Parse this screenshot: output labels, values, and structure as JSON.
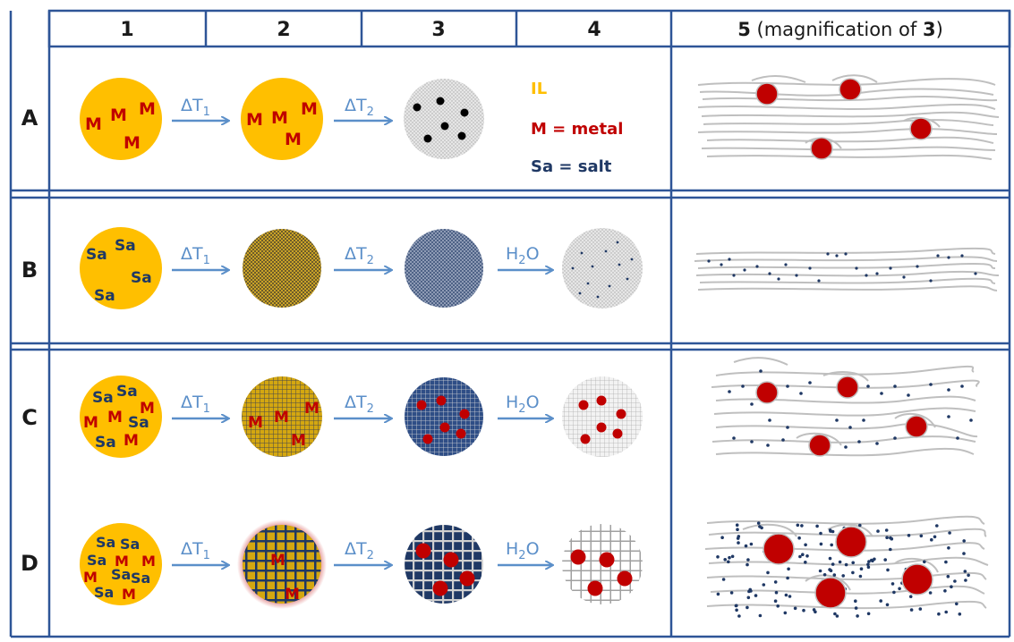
{
  "header": {
    "col1": "1",
    "col2": "2",
    "col3": "3",
    "col4": "4",
    "col5_num": "5",
    "col5_paren_open": " (magnification of ",
    "col5_ref": "3",
    "col5_paren_close": ")"
  },
  "rows": [
    {
      "label": "A"
    },
    {
      "label": "B"
    },
    {
      "label": "C"
    },
    {
      "label": "D"
    }
  ],
  "labels": {
    "delta": "ΔT",
    "sub1": "1",
    "sub2": "2",
    "h": "H",
    "sub_water": "2",
    "o": "O",
    "metal": "M",
    "salt": "Sa"
  },
  "legend": {
    "il": "IL",
    "metal": "M = metal",
    "salt": "Sa = salt"
  },
  "colors": {
    "il": "#ffbf00",
    "metal": "#c00000",
    "salt": "#1f3864",
    "arrow": "#5b8fc9",
    "border": "#2e5597",
    "fiber": "#bfbfbf"
  }
}
